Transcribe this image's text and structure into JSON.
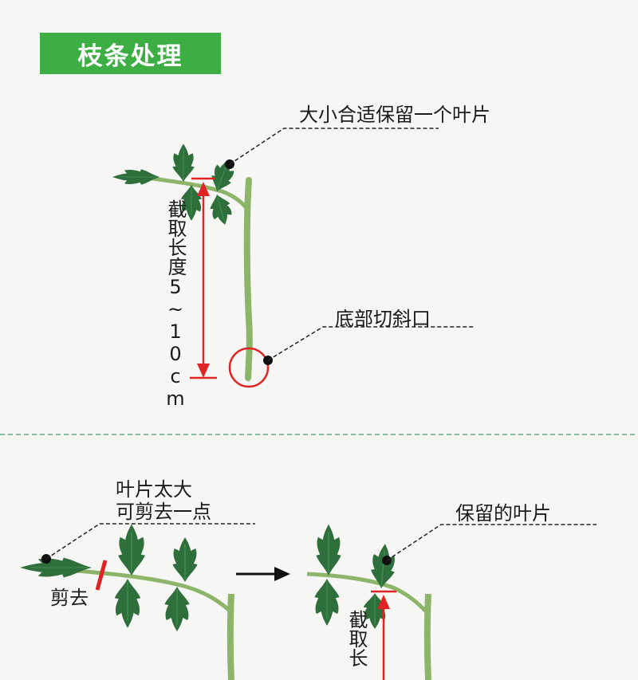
{
  "title": "枝条处理",
  "top": {
    "leaf_label": "大小合适保留一个叶片",
    "cut_label": "底部切斜口",
    "length_label": "截取长度5~10cm"
  },
  "bottom": {
    "big_leaf_label_line1": "叶片太大",
    "big_leaf_label_line2": "可剪去一点",
    "trim_label": "剪去",
    "keep_label": "保留的叶片",
    "length_label_partial": "截取长"
  },
  "colors": {
    "title_bg": "#3cae43",
    "leaf": "#2f6f3c",
    "stem": "#8db56a",
    "measure": "#e02424",
    "separator": "#6aa88a"
  }
}
